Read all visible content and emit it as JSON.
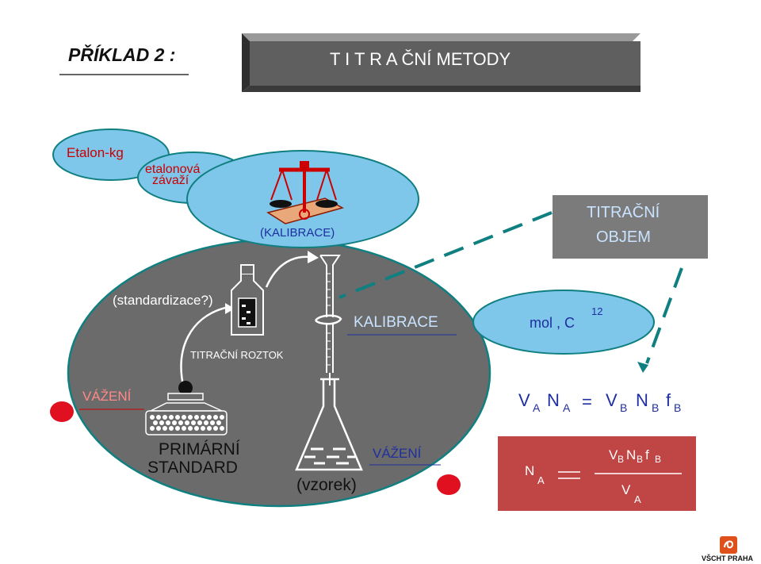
{
  "header": {
    "example_label": "PŘÍKLAD 2 :",
    "title": "T I T R A ČNÍ METODY"
  },
  "top_left": {
    "etalon": "Etalon-kg",
    "etalonova_line1": "etalonová",
    "etalonova_line2": "závaží",
    "kalibrace_paren": "(KALIBRACE)"
  },
  "titracni_objem": {
    "line1": "TITRAČNÍ",
    "line2": "OBJEM"
  },
  "center": {
    "standardizace": "(standardizace?)",
    "titracni_roztok": "TITRAČNÍ ROZTOK",
    "kalibrace": "KALIBRACE",
    "vazeni_left": "VÁŽENÍ",
    "primarni_line1": "PRIMÁRNÍ",
    "primarni_line2": "STANDARD",
    "vzorek": "(vzorek)",
    "vazeni_right": "VÁŽENÍ"
  },
  "units_bubble": {
    "text": "mol ,  C",
    "superscript": "12"
  },
  "equation": {
    "V": "V",
    "A_sub": "A",
    "N": "N",
    "A_sub2": "A",
    "eq": "=",
    "V2": "V",
    "B_sub": "B",
    "N2": "N",
    "B_sub2": "B",
    "f": "f",
    "B_sub3": "B"
  },
  "formula_box": {
    "lhs_N": "N",
    "lhs_A": "A",
    "num_V": "V",
    "num_B": "B",
    "num_N": "N",
    "num_B2": "B",
    "num_f": "f",
    "num_B3": "B",
    "den_V": "V",
    "den_A": "A"
  },
  "footer": {
    "logo_text": "VŠCHT PRAHA"
  },
  "colors": {
    "title_box": "#5f5f5f",
    "title_box_dark": "#3c3c3c",
    "blue_bubble": "#7ec6ea",
    "gray_ellipse": "#6b6b6b",
    "teal_outline": "#0f7f80",
    "red_text": "#cc0000",
    "blue_text": "#1f2f9f",
    "formula_box": "#c04545",
    "objem_box": "#7b7b7b",
    "light_blue_text": "#c9e3ff",
    "red_dot": "#e01020",
    "logo_orange": "#e0501a"
  }
}
